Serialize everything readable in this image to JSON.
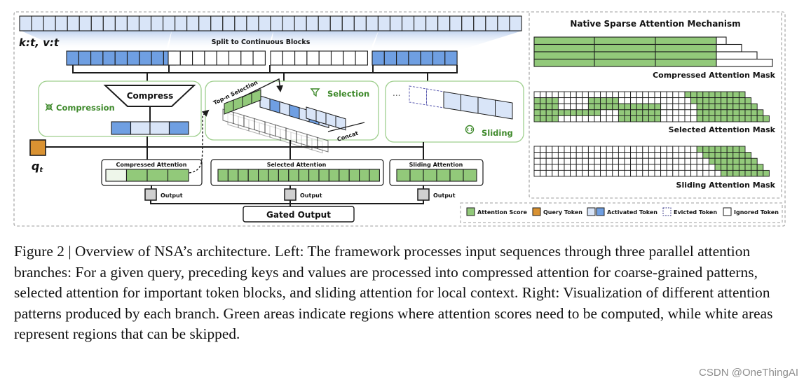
{
  "colors": {
    "green_fill": "#92c97a",
    "green_stroke": "#3f8a2c",
    "blue_fill": "#6f9fe2",
    "light_blue_fill": "#d9e5f8",
    "orange_fill": "#d99232",
    "gray_fill": "#d0d0d0",
    "white": "#ffffff",
    "dark": "#1c1c1c",
    "box_green_border": "#9fcf8e"
  },
  "diagram": {
    "kv_label": "k:t, v:t",
    "split_label": "Split to Continuous Blocks",
    "compress_label": "Compress",
    "compression_label": "Compression",
    "selection_label": "Selection",
    "topn_label": "Top-n Selection",
    "concat_label": "Concat",
    "sliding_label": "Sliding",
    "evicted_dots": "...",
    "query_label": "q",
    "query_subscript": "t",
    "compressed_attention_label": "Compressed Attention",
    "selected_attention_label": "Selected Attention",
    "sliding_attention_label": "Sliding Attention",
    "output_label": "Output",
    "gated_output_label": "Gated Output",
    "icons": {
      "compression": "compression-icon",
      "selection": "selection-icon",
      "sliding": "sliding-icon"
    }
  },
  "masks": {
    "title": "Native Sparse Attention Mechanism",
    "compressed_label": "Compressed Attention Mask",
    "selected_label": "Selected Attention Mask",
    "sliding_label": "Sliding Attention Mask"
  },
  "legend": [
    {
      "label": "Attention Score",
      "swatch": "green",
      "icon": "attention-score-swatch"
    },
    {
      "label": "Query Token",
      "swatch": "orange",
      "icon": "query-token-swatch"
    },
    {
      "label": "Activated Token",
      "swatch": "blue-pair",
      "icon": "activated-token-swatch"
    },
    {
      "label": "Evicted Token",
      "swatch": "dashed",
      "icon": "evicted-token-swatch"
    },
    {
      "label": "Ignored Token",
      "swatch": "white",
      "icon": "ignored-token-swatch"
    }
  ],
  "caption": "Figure 2 | Overview of NSA’s architecture. Left: The framework processes input sequences through three parallel attention branches: For a given query, preceding keys and values are processed into compressed attention for coarse-grained patterns, selected attention for important token blocks, and sliding attention for local context. Right: Visualization of different attention patterns produced by each branch. Green areas indicate regions where attention scores need to be computed, while white areas represent regions that can be skipped.",
  "watermark": "CSDN @OneThingAI"
}
